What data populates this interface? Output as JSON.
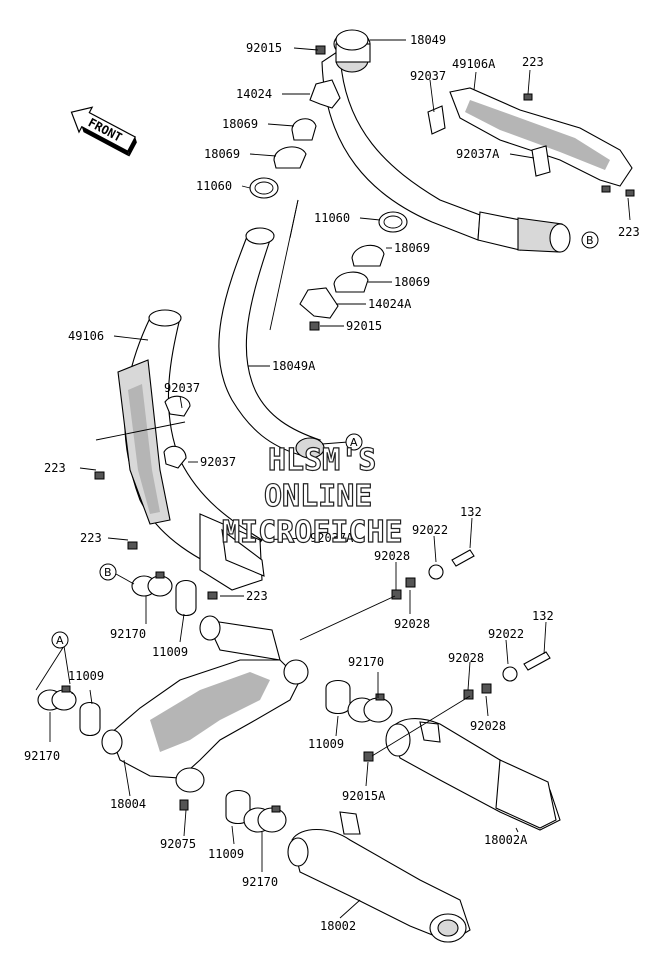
{
  "diagram": {
    "front_label": "FRONT",
    "watermark": [
      "HLSM'S",
      "ONLINE",
      "MICROFICHE"
    ],
    "refs": {
      "a": "A",
      "b": "B"
    },
    "labels": {
      "l92015a": "92015",
      "l18049a": "18049",
      "l49106a": "49106A",
      "l223a": "223",
      "l92037a": "92037",
      "l14024a": "14024",
      "l18069a": "18069",
      "l18069b": "18069",
      "l11060a": "11060",
      "l92037Aa": "92037A",
      "l223b": "223",
      "l11060b": "11060",
      "l18069c": "18069",
      "l18069d": "18069",
      "l14024Ab": "14024A",
      "l92015b": "92015",
      "l49106b": "49106",
      "l18049Ab": "18049A",
      "l92037b": "92037",
      "l223c": "223",
      "l92037c": "92037",
      "l223d": "223",
      "l92037Ab": "92037A",
      "l132a": "132",
      "l92022a": "92022",
      "l92028a": "92028",
      "l223e": "223",
      "l92028b": "92028",
      "l92170a": "92170",
      "l11009a": "11009",
      "l132b": "132",
      "l92022b": "92022",
      "l92028c": "92028",
      "l92170b": "92170",
      "l11009b": "11009",
      "l92170c": "92170",
      "l92028d": "92028",
      "l11009c": "11009",
      "l18004": "18004",
      "l92015c": "92015A",
      "l18002A": "18002A",
      "l92075": "92075",
      "l11009d": "11009",
      "l92170d": "92170",
      "l18002": "18002"
    }
  }
}
